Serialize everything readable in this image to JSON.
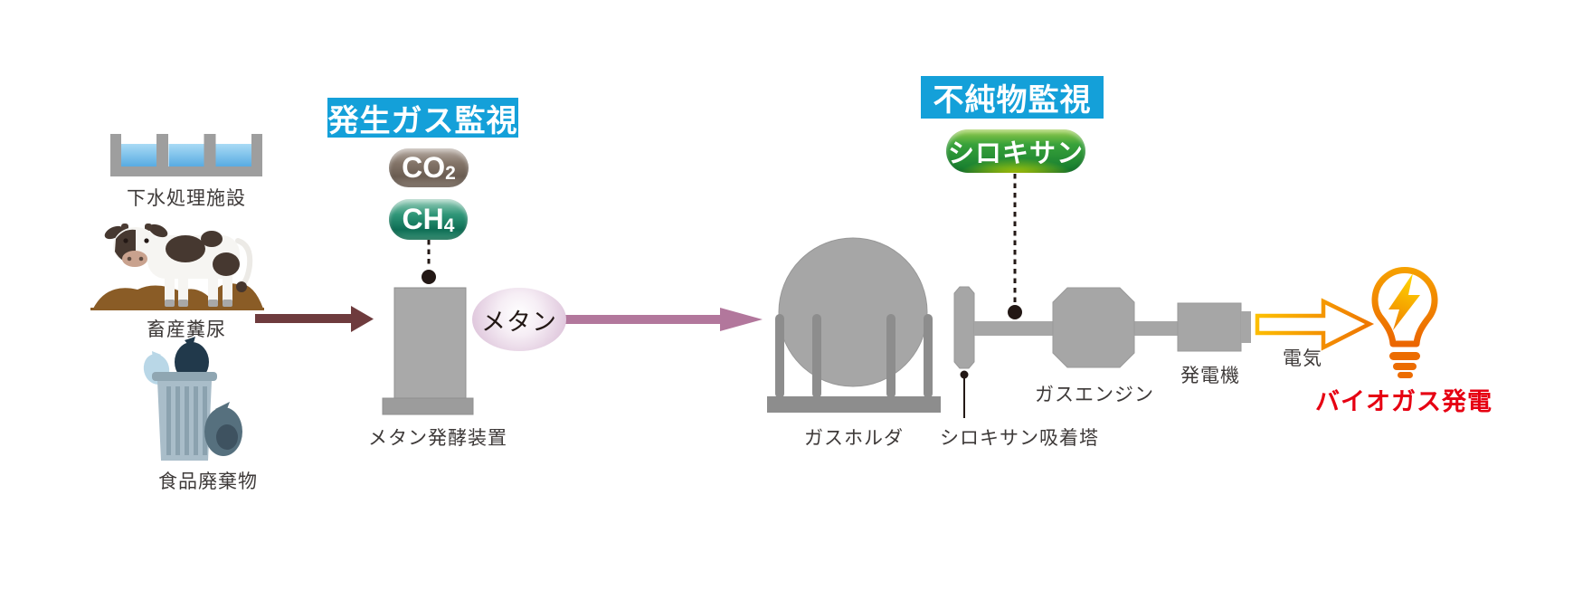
{
  "flow": {
    "sources": [
      {
        "label": "下水処理施設",
        "icon": "sewage-plant-icon"
      },
      {
        "label": "畜産糞尿",
        "icon": "cow-manure-icon"
      },
      {
        "label": "食品廃棄物",
        "icon": "food-waste-icon"
      }
    ],
    "generation_monitor": {
      "title": "発生ガス監視",
      "gas_badges": [
        {
          "base": "CO",
          "sub": "2"
        },
        {
          "base": "CH",
          "sub": "4"
        }
      ]
    },
    "fermenter_label": "メタン発酵装置",
    "methane_bubble_label": "メタン",
    "gas_holder_label": "ガスホルダ",
    "impurity_monitor": {
      "title": "不純物監視",
      "badge": "シロキサン"
    },
    "adsorption_tower_label": "シロキサン吸着塔",
    "gas_engine_label": "ガスエンジン",
    "generator_label": "発電機",
    "electricity_label": "電気",
    "output_label": "バイオガス発電"
  },
  "colors": {
    "monitor_label_bg": "#14a0d9",
    "machine_gray": "#a6a6a6",
    "machine_dark_gray": "#8d8d8d",
    "feed_arrow": "#6e3b3d",
    "methane_arrow": "#b2779c",
    "electricity_orange": "#ed6c00",
    "output_red": "#e60012",
    "co2_badge": "#6f635b",
    "ch4_badge": "#1f8f70",
    "siloxane_badge": "#33a037",
    "water_blue": "#55a9e1",
    "label_text": "#3e3a39"
  }
}
